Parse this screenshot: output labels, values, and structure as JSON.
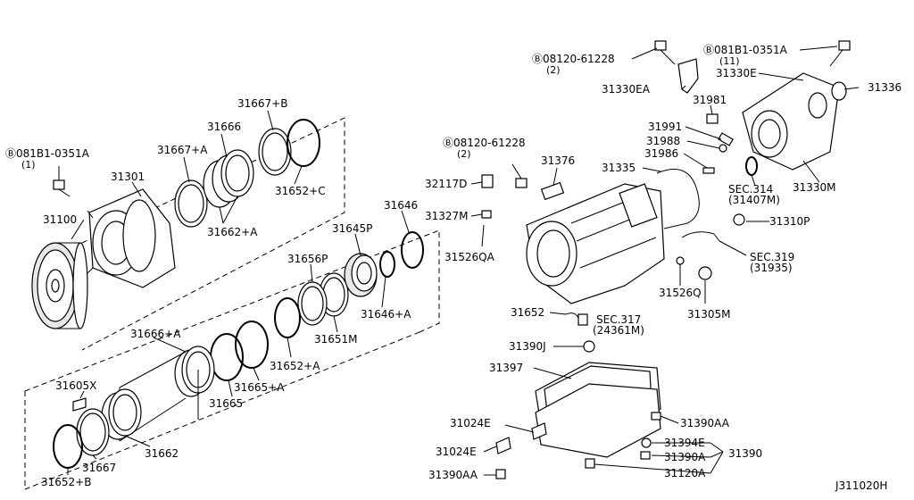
{
  "drawing_id": "J311020H",
  "labels": [
    {
      "id": "b-081b1-0351a-left",
      "text": "Ⓑ081B1-0351A"
    },
    {
      "id": "qty-1",
      "text": "(1)"
    },
    {
      "id": "p31301",
      "text": "31301"
    },
    {
      "id": "p31100",
      "text": "31100"
    },
    {
      "id": "p31667a",
      "text": "31667+A"
    },
    {
      "id": "p31666",
      "text": "31666"
    },
    {
      "id": "p31667b",
      "text": "31667+B"
    },
    {
      "id": "p31652c",
      "text": "31652+C"
    },
    {
      "id": "p31662a",
      "text": "31662+A"
    },
    {
      "id": "p31646",
      "text": "31646"
    },
    {
      "id": "p31645p",
      "text": "31645P"
    },
    {
      "id": "p31656p",
      "text": "31656P"
    },
    {
      "id": "p31646a",
      "text": "31646+A"
    },
    {
      "id": "p31651m",
      "text": "31651M"
    },
    {
      "id": "p31652a",
      "text": "31652+A"
    },
    {
      "id": "p31666a",
      "text": "31666+A"
    },
    {
      "id": "p31665a",
      "text": "31665+A"
    },
    {
      "id": "p31665",
      "text": "31665"
    },
    {
      "id": "p31605x",
      "text": "31605X"
    },
    {
      "id": "p31662",
      "text": "31662"
    },
    {
      "id": "p31667",
      "text": "31667"
    },
    {
      "id": "p31652b",
      "text": "31652+B"
    },
    {
      "id": "b-08120-61228-top",
      "text": "Ⓑ08120-61228"
    },
    {
      "id": "qty-2-top",
      "text": "(2)"
    },
    {
      "id": "b-081b1-0351a-right",
      "text": "Ⓑ081B1-0351A"
    },
    {
      "id": "qty-11",
      "text": "(11)"
    },
    {
      "id": "p31330e",
      "text": "31330E"
    },
    {
      "id": "p31336",
      "text": "31336"
    },
    {
      "id": "p31330ea",
      "text": "31330EA"
    },
    {
      "id": "p31981",
      "text": "31981"
    },
    {
      "id": "p31991",
      "text": "31991"
    },
    {
      "id": "p31988",
      "text": "31988"
    },
    {
      "id": "p31986",
      "text": "31986"
    },
    {
      "id": "p31335",
      "text": "31335"
    },
    {
      "id": "sec314",
      "text": "SEC.314"
    },
    {
      "id": "p31407m",
      "text": "(31407M)"
    },
    {
      "id": "p31330m",
      "text": "31330M"
    },
    {
      "id": "b-08120-61228-mid",
      "text": "Ⓑ08120-61228"
    },
    {
      "id": "qty-2-mid",
      "text": "(2)"
    },
    {
      "id": "p31376",
      "text": "31376"
    },
    {
      "id": "p32117d",
      "text": "32117D"
    },
    {
      "id": "p31327m",
      "text": "31327M"
    },
    {
      "id": "p31526qa",
      "text": "31526QA"
    },
    {
      "id": "p31310p",
      "text": "31310P"
    },
    {
      "id": "sec319",
      "text": "SEC.319"
    },
    {
      "id": "p31935",
      "text": "(31935)"
    },
    {
      "id": "p31526q",
      "text": "31526Q"
    },
    {
      "id": "p31305m",
      "text": "31305M"
    },
    {
      "id": "p31652",
      "text": "31652"
    },
    {
      "id": "sec317",
      "text": "SEC.317"
    },
    {
      "id": "p24361m",
      "text": "(24361M)"
    },
    {
      "id": "p31390j",
      "text": "31390J"
    },
    {
      "id": "p31397",
      "text": "31397"
    },
    {
      "id": "p31024e-1",
      "text": "31024E"
    },
    {
      "id": "p31390aa-r",
      "text": "31390AA"
    },
    {
      "id": "p31394e",
      "text": "31394E"
    },
    {
      "id": "p31390",
      "text": "31390"
    },
    {
      "id": "p31024e-2",
      "text": "31024E"
    },
    {
      "id": "p31390a",
      "text": "31390A"
    },
    {
      "id": "p31390aa-l",
      "text": "31390AA"
    },
    {
      "id": "p31120a",
      "text": "31120A"
    }
  ]
}
